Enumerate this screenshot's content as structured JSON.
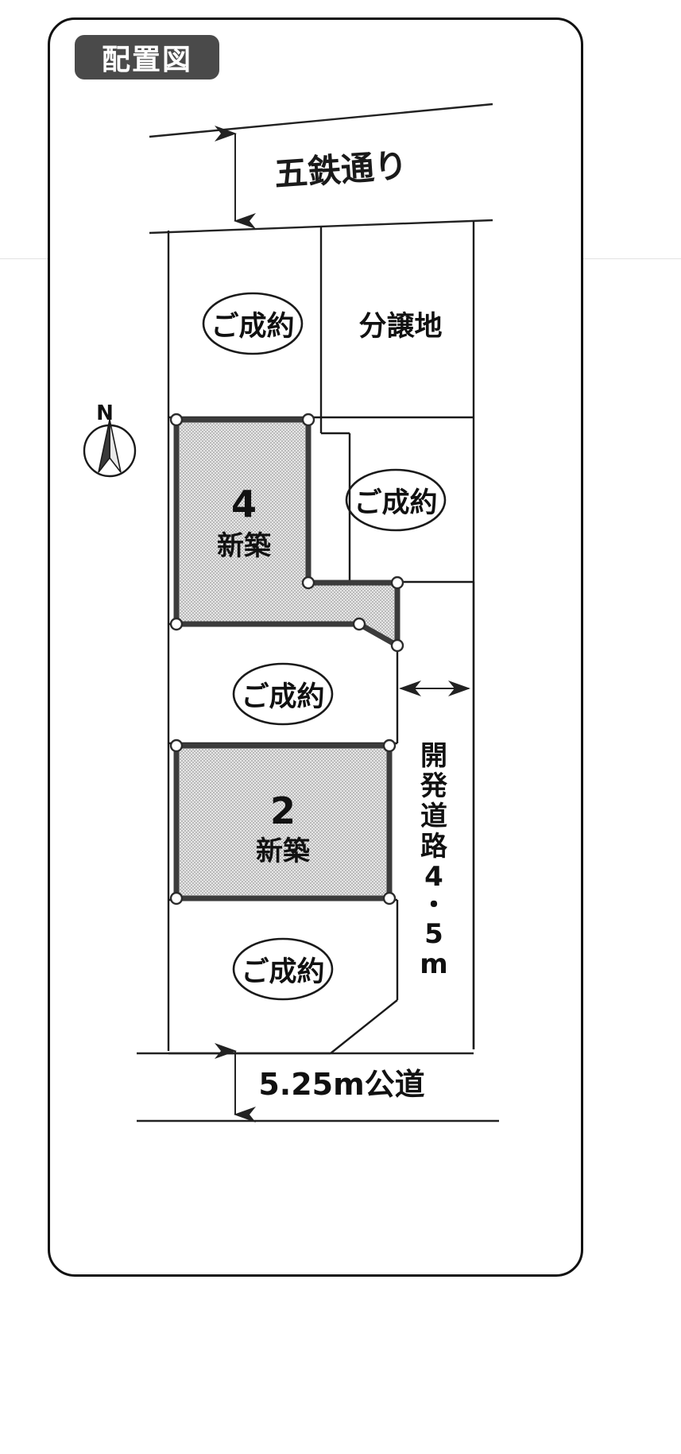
{
  "page": {
    "title": "配置図",
    "title_badge_color": "#4a4a4a",
    "background": "#ffffff",
    "line_color": "#111111"
  },
  "compass": {
    "label": "N",
    "name": "north-arrow"
  },
  "roads": {
    "top": {
      "label": "五鉄通り",
      "dimension_arrow": "vertical-double-arrow"
    },
    "right": {
      "label_lines": [
        "開",
        "発",
        "道",
        "路",
        "4",
        "・",
        "5",
        "m"
      ],
      "label": "開発道路4・5m",
      "dimension_arrow": "horizontal-double-arrow"
    },
    "bottom": {
      "label": "5.25m公道",
      "dimension_arrow": "vertical-double-arrow"
    }
  },
  "parcels": [
    {
      "id": "p1",
      "status": "ご成約",
      "kind": "sold-ellipse"
    },
    {
      "id": "p2",
      "status": "分譲地",
      "kind": "plain-text"
    },
    {
      "id": "p3",
      "status": "ご成約",
      "kind": "sold-ellipse"
    },
    {
      "id": "p4",
      "status": "ご成約",
      "kind": "sold-ellipse"
    },
    {
      "id": "p5",
      "status": "ご成約",
      "kind": "sold-ellipse"
    }
  ],
  "buildings": [
    {
      "number": "4",
      "sub": "新築",
      "fill": "stipple-gray"
    },
    {
      "number": "2",
      "sub": "新築",
      "fill": "stipple-gray"
    }
  ],
  "colors": {
    "stipple_fill": "#d9d9d9",
    "building_stroke": "#3b3b3b",
    "parcel_stroke": "#1a1a1a",
    "node_fill": "#ffffff"
  }
}
